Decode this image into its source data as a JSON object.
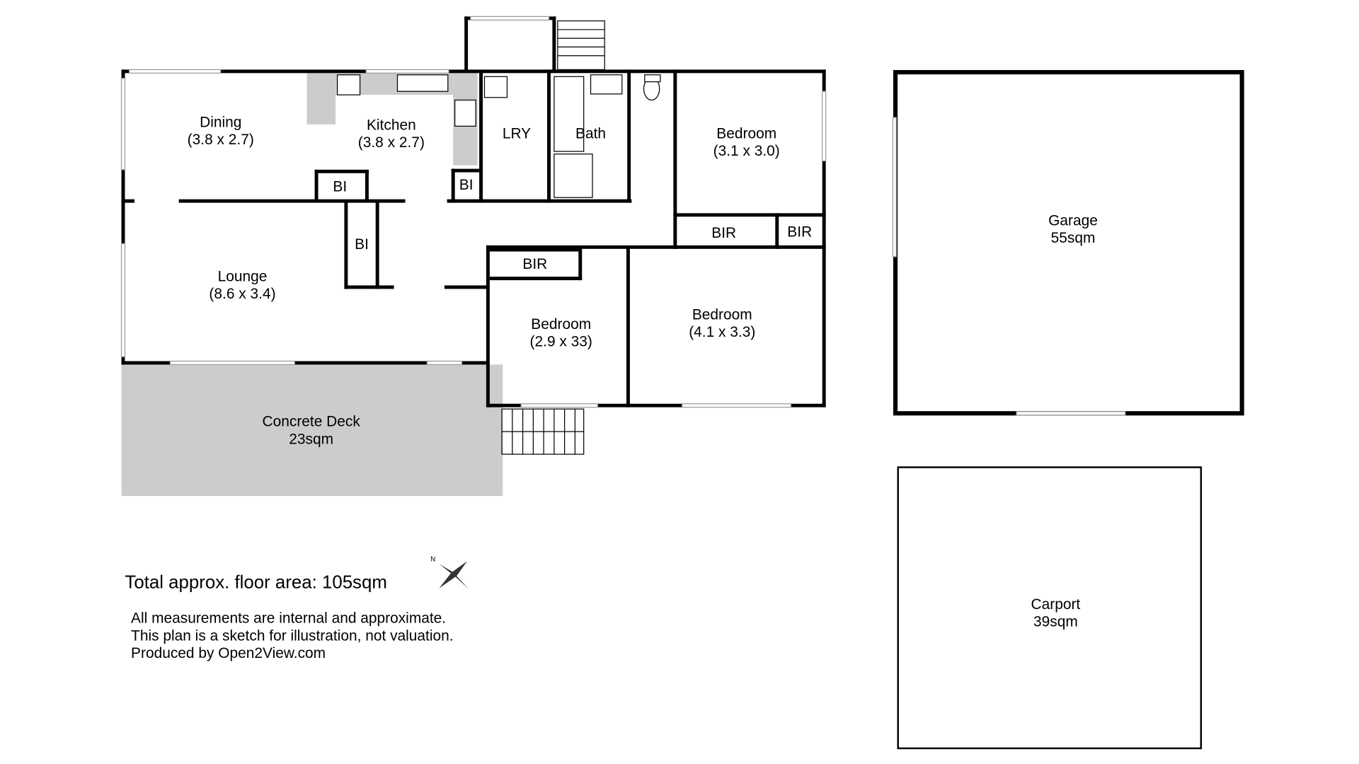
{
  "rooms": {
    "dining": {
      "name": "Dining",
      "size": "(3.8 x 2.7)"
    },
    "kitchen": {
      "name": "Kitchen",
      "size": "(3.8 x 2.7)"
    },
    "laundry": {
      "name": "LRY"
    },
    "bath": {
      "name": "Bath"
    },
    "bedroom_ne": {
      "name": "Bedroom",
      "size": "(3.1 x 3.0)"
    },
    "lounge": {
      "name": "Lounge",
      "size": "(8.6 x 3.4)"
    },
    "bedroom_sw": {
      "name": "Bedroom",
      "size": "(2.9 x 33)"
    },
    "bedroom_se": {
      "name": "Bedroom",
      "size": "(4.1 x 3.3)"
    },
    "deck": {
      "name": "Concrete Deck",
      "size": "23sqm"
    },
    "garage": {
      "name": "Garage",
      "size": "55sqm"
    },
    "carport": {
      "name": "Carport",
      "size": "39sqm"
    }
  },
  "built_ins": {
    "bi": "BI",
    "bir": "BIR"
  },
  "total_area": "Total approx. floor area: 105sqm",
  "compass_label": "N",
  "notes": [
    "All measurements are internal and approximate.",
    "This plan is a sketch for illustration, not valuation.",
    "Produced by Open2View.com"
  ],
  "colors": {
    "wall": "#000000",
    "deck": "#cccccc",
    "counter": "#cccccc"
  }
}
